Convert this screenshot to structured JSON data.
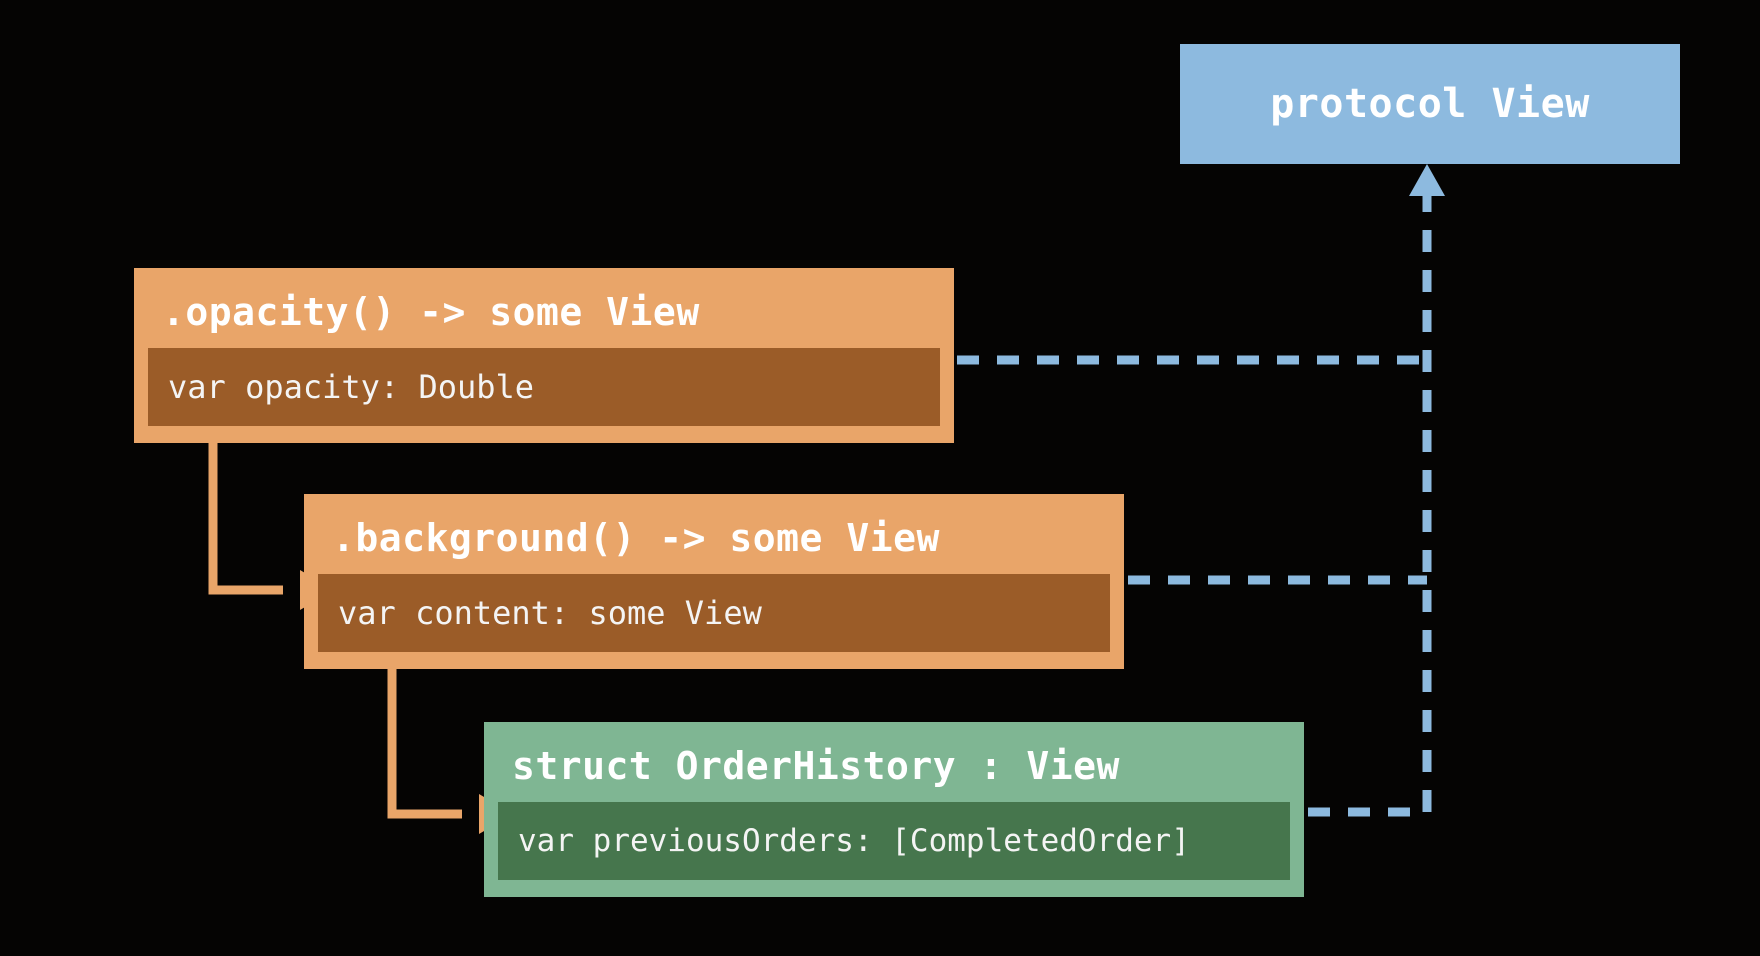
{
  "diagram": {
    "title": "SwiftUI View protocol conformance hierarchy",
    "background_color": "#050403",
    "colors": {
      "protocol_blue": "#8dbadf",
      "modifier_orange": "#e9a569",
      "modifier_orange_inner": "#9b5c28",
      "struct_green": "#7fb693",
      "struct_green_inner": "#46764d",
      "conformance_dash": "#8dbadf",
      "composition_arrow": "#e9a569",
      "text": "#ffffff"
    },
    "nodes": {
      "protocol": {
        "title": "protocol View"
      },
      "opacity": {
        "title": ".opacity() -> some View",
        "member": "var opacity: Double"
      },
      "background": {
        "title": ".background() -> some View",
        "member": "var content: some View"
      },
      "order_history": {
        "title": "struct OrderHistory : View",
        "member": "var previousOrders: [CompletedOrder]"
      }
    },
    "edges": [
      {
        "name": "opacity-conforms-to-view",
        "from": "opacity",
        "to": "protocol",
        "style": "dashed",
        "color": "#8dbadf"
      },
      {
        "name": "background-conforms-to-view",
        "from": "background",
        "to": "protocol",
        "style": "dashed",
        "color": "#8dbadf"
      },
      {
        "name": "orderhistory-conforms-to-view",
        "from": "order_history",
        "to": "protocol",
        "style": "dashed",
        "color": "#8dbadf"
      },
      {
        "name": "opacity-wraps-background",
        "from": "opacity",
        "to": "background",
        "style": "solid",
        "color": "#e9a569"
      },
      {
        "name": "background-wraps-orderhistory",
        "from": "background",
        "to": "order_history",
        "style": "solid",
        "color": "#e9a569"
      }
    ]
  }
}
